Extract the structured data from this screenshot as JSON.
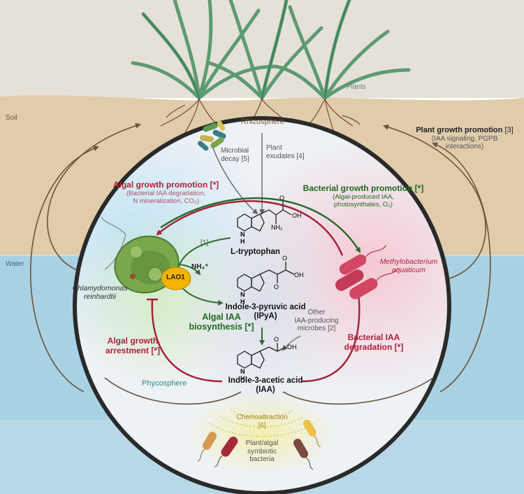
{
  "environment": {
    "plants": "Plants",
    "soil": "Soil",
    "water": "Water",
    "rhizosphere": "Rhizosphere",
    "phycosphere": "Phycosphere"
  },
  "plant_growth": {
    "title": "Plant growth promotion",
    "ref": "[3]",
    "detail_1": "(IAA signaling, PGPB",
    "detail_2": "interactions)"
  },
  "microbial_decay": {
    "line_1": "Microbial",
    "line_2": "decay [5]"
  },
  "plant_exudates": {
    "line_1": "Plant",
    "line_2": "exudates [4]"
  },
  "algal_growth_promotion": {
    "title": "Algal growth promotion [*]",
    "detail_1": "(Bacterial IAA degradation,",
    "detail_2": "N mineralization, CO₂)"
  },
  "bacterial_growth_promotion": {
    "title": "Bacterial growth promotion [*]",
    "detail_1": "(Algal-produced IAA,",
    "detail_2": "photosynthates, O₂)"
  },
  "alga": {
    "name_1": "Chlamydomonas",
    "name_2": "reinhardtii",
    "enzyme": "LAO1",
    "ammonium": "NH₄⁺",
    "ref": "[1]"
  },
  "bacterium": {
    "name_1": "Methylobacterium",
    "name_2": "aquaticum"
  },
  "molecules": {
    "trp": "L-tryptophan",
    "ipya_1": "Indole-3-pyruvic acid",
    "ipya_2": "(IPyA)",
    "iaa_1": "Indole-3-acetic acid",
    "iaa_2": "(IAA)",
    "nh": "N",
    "h": "H",
    "oh": "OH",
    "o": "O",
    "nh2": "NH₂"
  },
  "algal_iaa_biosynthesis": {
    "line_1": "Algal IAA",
    "line_2": "biosynthesis [*]"
  },
  "other_microbes": {
    "line_1": "Other",
    "line_2": "IAA-producing",
    "line_3": "microbes [2]"
  },
  "algal_arrest": {
    "line_1": "Algal growth",
    "line_2": "arrestment [*]"
  },
  "bacterial_degradation": {
    "line_1": "Bacterial IAA",
    "line_2": "degradation [*]"
  },
  "chemoattraction": {
    "line_1": "Chemoattraction",
    "line_2": "[6]"
  },
  "symbionts": {
    "line_1": "Plant/algal",
    "line_2": "symbiotic",
    "line_3": "bacteria"
  },
  "colors": {
    "sky": "#e6e1d8",
    "soil": "#e0ccab",
    "water": "#a9d1e4",
    "arrow_red": "#a3243a",
    "arrow_green": "#2c6b2c",
    "arrow_brown": "#6b5238",
    "text_red": "#b0203a",
    "text_green": "#1f6a1f",
    "alga_green": "#7aa64c",
    "bacteria_pink": "#d24863",
    "lao1_yellow": "#f3b300"
  }
}
